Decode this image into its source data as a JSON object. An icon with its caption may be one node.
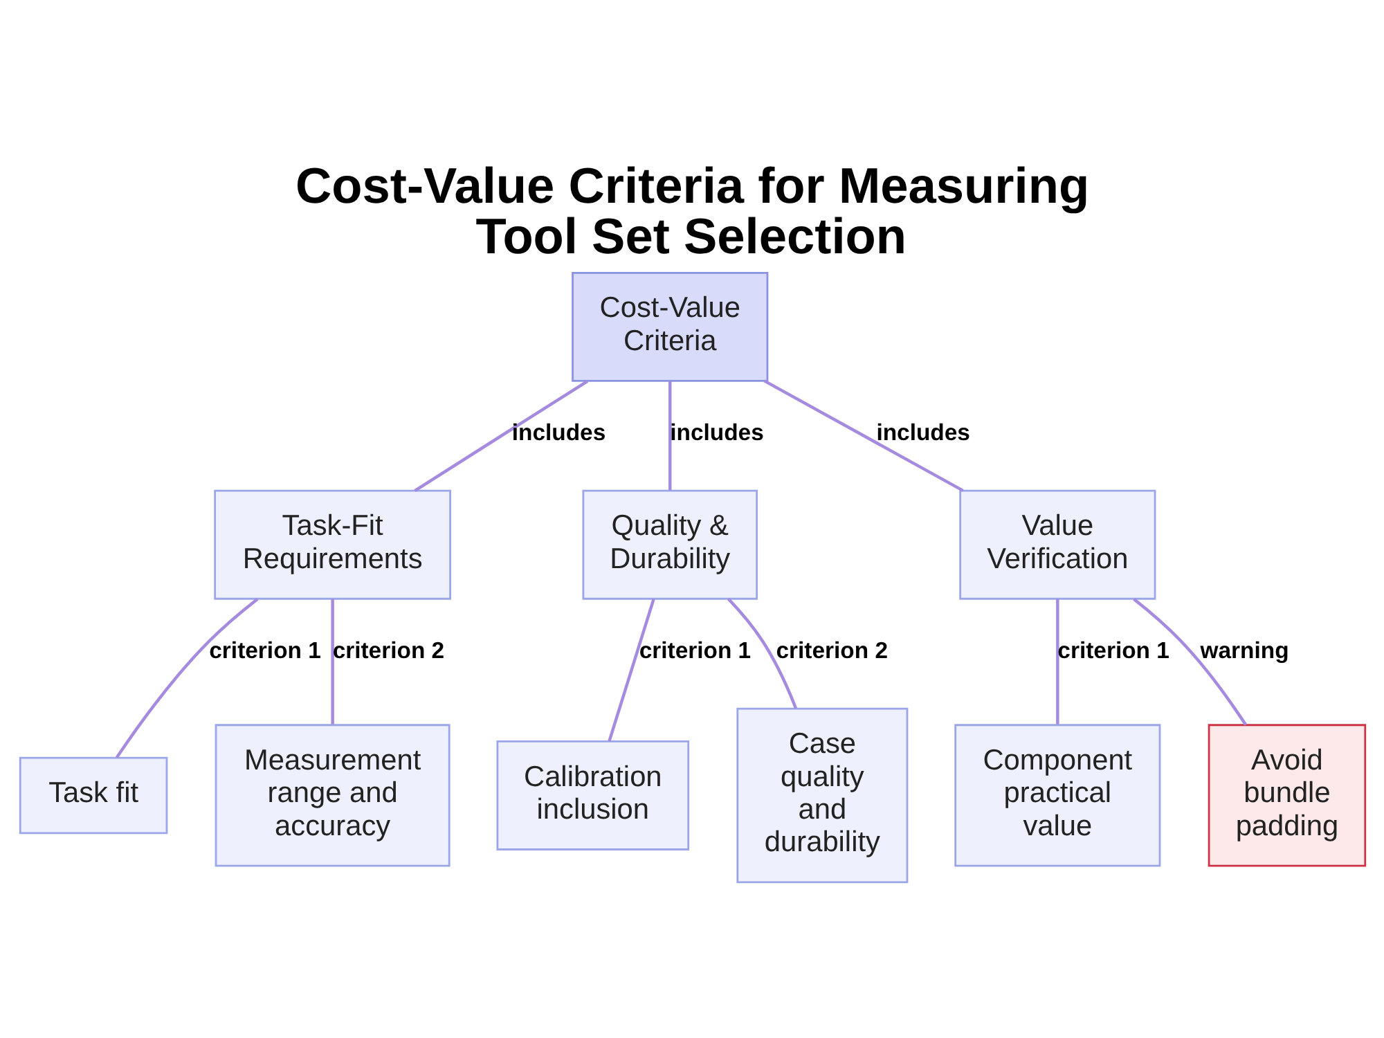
{
  "diagram": {
    "title": "Cost-Value Criteria for Measuring Tool Set Selection",
    "nodes": [
      {
        "text": [
          "Cost-Value Criteria"
        ]
      },
      {
        "text": [
          "Task-Fit Requirements"
        ]
      },
      {
        "text": [
          "Quality & Durability"
        ]
      },
      {
        "text": [
          "Value Verification"
        ]
      },
      {
        "text": [
          "Task fit"
        ]
      },
      {
        "text": [
          "Measurement range and accuracy"
        ]
      },
      {
        "text": [
          "Calibration inclusion"
        ]
      },
      {
        "text": [
          "Case quality and durability"
        ]
      },
      {
        "text": [
          "Component practical value"
        ]
      },
      {
        "text": [
          "Avoid bundle padding"
        ]
      }
    ],
    "edges": [
      {
        "from": 0,
        "to": 1,
        "arrow": "none",
        "label": "includes"
      },
      {
        "from": 0,
        "to": 2,
        "arrow": "none",
        "label": "includes"
      },
      {
        "from": 0,
        "to": 3,
        "arrow": "none",
        "label": "includes"
      },
      {
        "from": 1,
        "to": 4,
        "arrow": "none",
        "label": "criterion 1"
      },
      {
        "from": 1,
        "to": 5,
        "arrow": "none",
        "label": "criterion 2"
      },
      {
        "from": 2,
        "to": 6,
        "arrow": "none",
        "label": "criterion 1"
      },
      {
        "from": 2,
        "to": 7,
        "arrow": "none",
        "label": "criterion 2"
      },
      {
        "from": 3,
        "to": 8,
        "arrow": "none",
        "label": "criterion 1"
      },
      {
        "from": 3,
        "to": 9,
        "arrow": "none",
        "label": "warning"
      }
    ]
  }
}
